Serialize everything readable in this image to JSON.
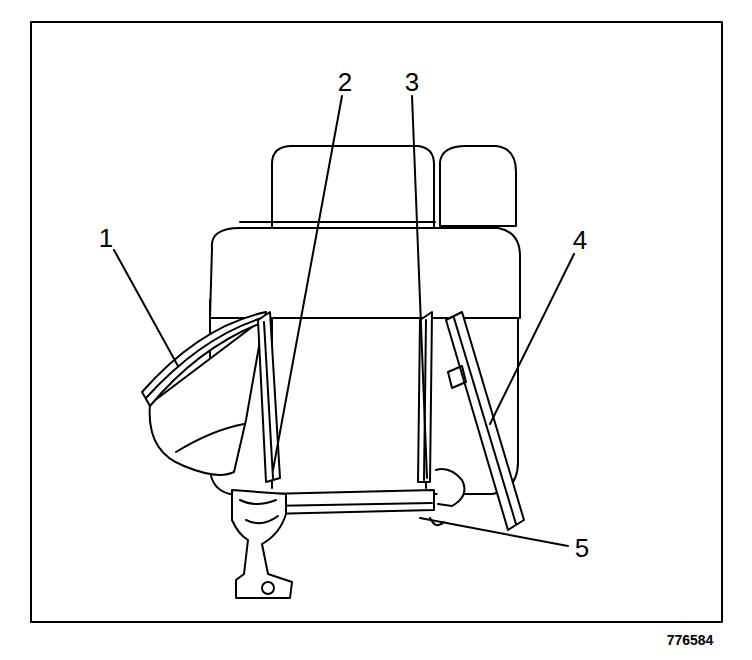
{
  "diagram": {
    "labels": [
      "1",
      "2",
      "3",
      "4",
      "5",
      "776584"
    ]
  }
}
